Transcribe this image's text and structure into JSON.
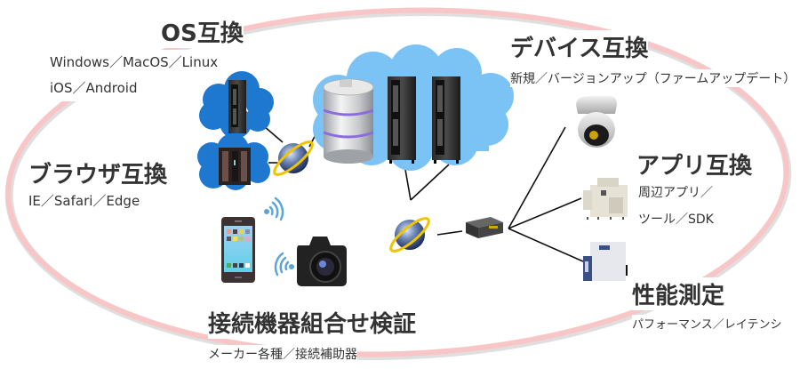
{
  "sections": {
    "os": {
      "title": "OS互換",
      "lines": [
        "Windows／MacOS／Linux",
        "iOS／Android"
      ]
    },
    "device": {
      "title": "デバイス互換",
      "lines": [
        "新規／バージョンアップ（ファームアップデート）"
      ]
    },
    "browser": {
      "title": "ブラウザ互換",
      "lines": [
        "IE／Safari／Edge"
      ]
    },
    "app": {
      "title": "アプリ互換",
      "lines": [
        "周辺アプリ／",
        "ツール／SDK"
      ]
    },
    "performance": {
      "title": "性能測定",
      "lines": [
        "パフォーマンス／レイテンシ"
      ]
    },
    "combination": {
      "title": "接続機器組合せ検証",
      "lines": [
        "メーカー各種／接続補助器"
      ]
    }
  },
  "icons": {
    "cloud_server_small": "server-rack-icon",
    "cloud_mainframe": "mainframe-icon",
    "database": "database-icon",
    "rack_servers": "server-rack-icon",
    "globe_top": "internet-globe-icon",
    "globe_bottom": "internet-globe-icon",
    "smartphone": "smartphone-icon",
    "camera": "camera-icon",
    "wifi": "wifi-icon",
    "router": "network-router-icon",
    "security_camera": "security-camera-icon",
    "copier": "multifunction-printer-icon",
    "lab_device": "test-instrument-icon"
  },
  "colors": {
    "ring": "#f8c8c8",
    "cloud_dark": "#1f78cf",
    "cloud_light": "#7cc3f5",
    "text": "#333333"
  }
}
